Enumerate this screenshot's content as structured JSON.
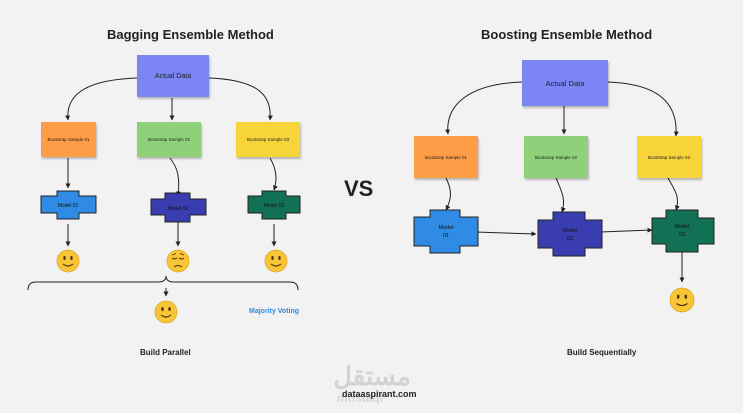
{
  "bagging": {
    "title": "Bagging Ensemble Method",
    "actual_data": "Actual Data",
    "samples": [
      "Bootstrap Sample 01",
      "Bootstrap Sample 02",
      "Bootstrap Sample 03"
    ],
    "models": [
      "Model 01",
      "Model 02",
      "Model 03"
    ],
    "voting_label": "Majority Voting",
    "footer": "Build Parallel"
  },
  "vs_label": "VS",
  "boosting": {
    "title": "Boosting Ensemble Method",
    "actual_data": "Actual Data",
    "samples": [
      "Bootstrap Sample 01",
      "Bootstrap Sample 02",
      "Bootstrap Sample 03"
    ],
    "models": [
      [
        "Model",
        "01"
      ],
      [
        "Model",
        "02"
      ],
      [
        "Model",
        "03"
      ]
    ],
    "footer": "Build Sequentially"
  },
  "watermark": {
    "arabic": "مستقل",
    "latin": "mostaql"
  },
  "site": "dataaspirant.com",
  "colors": {
    "actual_data": "#7b86f4",
    "sample_1": "#ff9c47",
    "sample_2": "#8fd17a",
    "sample_3": "#f6d43a",
    "model_1": "#2f8be3",
    "model_2": "#3a3db0",
    "model_3": "#127054",
    "voting_text": "#2d8be0"
  }
}
